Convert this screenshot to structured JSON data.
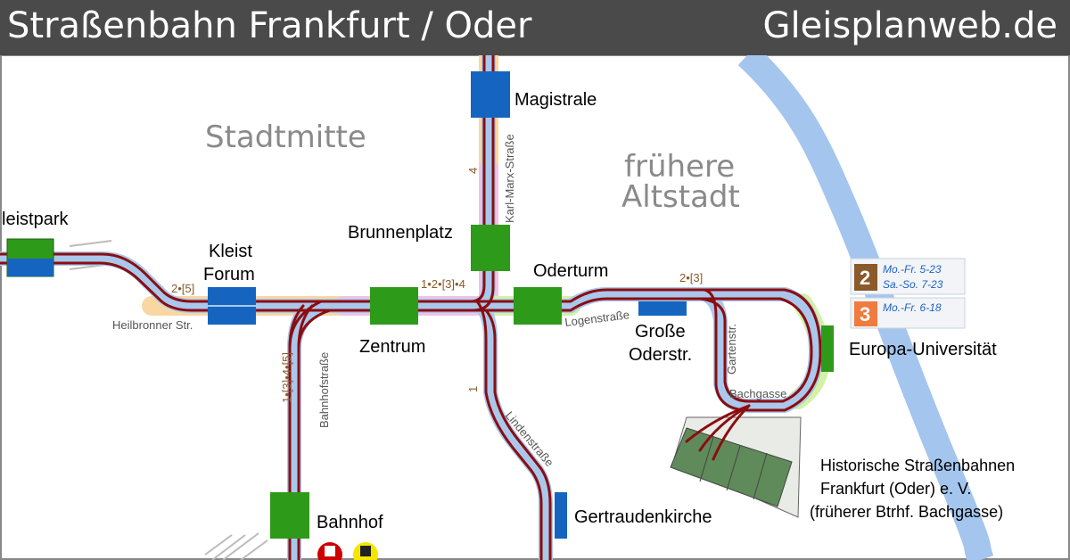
{
  "header": {
    "title": "Straßenbahn Frankfurt / Oder",
    "site": "Gleisplanweb.de"
  },
  "colors": {
    "header_bg": "#4a4a4a",
    "track": "#8b0d10",
    "track_shadow": "#a9c8ec",
    "river": "#a3c5ee",
    "route_highlight_orange": "#f8d7a3",
    "route_highlight_pink": "#efc3e8",
    "route_highlight_green": "#d3f2a4",
    "stop_green": "#2e9a19",
    "stop_blue": "#1565c0",
    "line2_badge": "#8a5a2b",
    "line3_badge": "#f07b3f"
  },
  "areas": {
    "stadtmitte": "Stadtmitte",
    "altstadt_line1": "frühere",
    "altstadt_line2": "Altstadt"
  },
  "stops": {
    "kleistpark": "leistpark",
    "kleist_forum_1": "Kleist",
    "kleist_forum_2": "Forum",
    "magistrale": "Magistrale",
    "brunnenplatz": "Brunnenplatz",
    "zentrum": "Zentrum",
    "oderturm": "Oderturm",
    "grosse_oderstr_1": "Große",
    "grosse_oderstr_2": "Oderstr.",
    "europa_universitaet": "Europa-Universität",
    "bahnhof": "Bahnhof",
    "gertraudenkirche": "Gertraudenkirche"
  },
  "streets": {
    "heilbronner": "Heilbronner Str.",
    "karl_marx": "Karl-Marx-Straße",
    "bahnhofstrasse": "Bahnhofstraße",
    "logenstrasse": "Logenstraße",
    "gartenstr": "Gartenstr.",
    "bachgasse": "Bachgasse",
    "lindenstrasse": "Lindenstraße"
  },
  "line_labels": {
    "west": "2•[5]",
    "center": "1•2•[3]•4",
    "north": "4",
    "east": "2•[3]",
    "south_bahnhof": "1•[3]•4•[5]",
    "south_linden": "1"
  },
  "legend": [
    {
      "line": "2",
      "color": "#8a5a2b",
      "hours": [
        "Mo.-Fr. 5-23",
        "Sa.-So. 7-23"
      ]
    },
    {
      "line": "3",
      "color": "#f07b3f",
      "hours": [
        "Mo.-Fr. 6-18"
      ]
    }
  ],
  "depot": {
    "line1": "Historische Straßenbahnen",
    "line2": "Frankfurt (Oder) e. V.",
    "line3": "(früherer Btrhf. Bachgasse)"
  }
}
